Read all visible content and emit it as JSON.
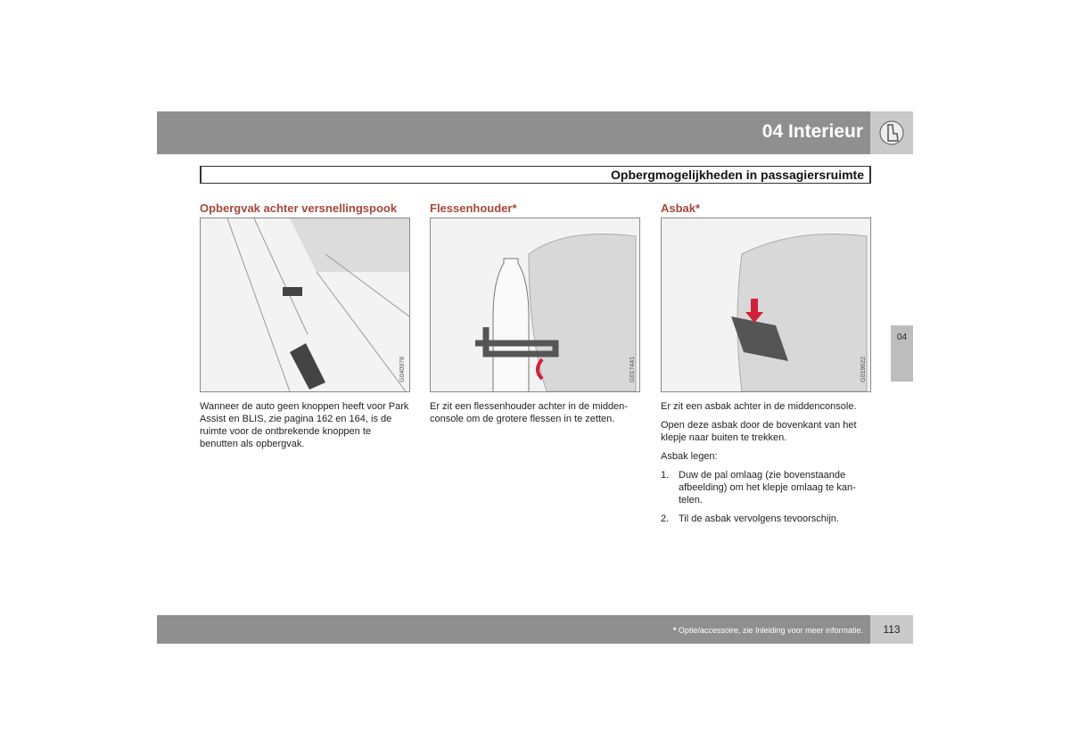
{
  "header": {
    "title": "04 Interieur",
    "icon": "seat-icon"
  },
  "section_title": "Opbergmogelijkheden in passagiersruimte",
  "columns": [
    {
      "heading": "Opbergvak achter versnellingspook",
      "image_code": "G040978",
      "paragraphs": [
        "Wanneer de auto geen knoppen heeft voor Park Assist en BLIS, zie pagina 162 en 164, is de ruimte voor de ontbrekende knoppen te benutten als opbergvak."
      ]
    },
    {
      "heading": "Flessenhouder*",
      "image_code": "G017441",
      "paragraphs": [
        "Er zit een flessenhouder achter in de midden-console om de grotere flessen in te zetten."
      ]
    },
    {
      "heading": "Asbak*",
      "image_code": "G019622",
      "paragraphs": [
        "Er zit een asbak achter in de middenconsole.",
        "Open deze asbak door de bovenkant van het klepje naar buiten te trekken.",
        "Asbak legen:"
      ],
      "steps": [
        {
          "n": "1.",
          "text": "Duw de pal omlaag (zie bovenstaande afbeelding) om het klepje omlaag te kan-telen."
        },
        {
          "n": "2.",
          "text": "Til de asbak vervolgens tevoorschijn."
        }
      ]
    }
  ],
  "side_tab": "04",
  "footer": {
    "asterisk": "*",
    "note": "Optie/accessoire, zie Inleiding voor meer informatie.",
    "page": "113"
  },
  "colors": {
    "heading": "#a5473d",
    "bar": "#8f8f8f",
    "arrow": "#d0203a"
  }
}
